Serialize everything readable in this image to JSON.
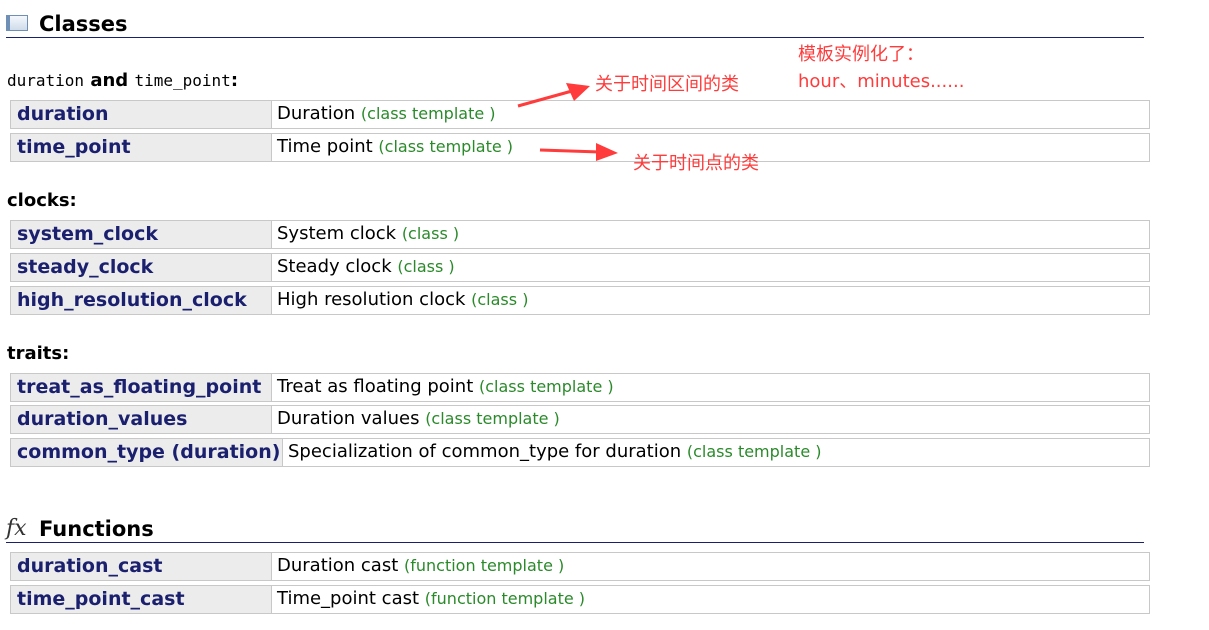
{
  "classes": {
    "title": "Classes",
    "groups": [
      {
        "label_parts": [
          "duration",
          "and",
          "time_point",
          ":"
        ],
        "rows": [
          {
            "name": "duration",
            "desc": "Duration",
            "kind": "(class template )"
          },
          {
            "name": "time_point",
            "desc": "Time point",
            "kind": "(class template )"
          }
        ]
      },
      {
        "label": "clocks:",
        "rows": [
          {
            "name": "system_clock",
            "desc": "System clock",
            "kind": "(class )"
          },
          {
            "name": "steady_clock",
            "desc": "Steady clock",
            "kind": "(class )"
          },
          {
            "name": "high_resolution_clock",
            "desc": "High resolution clock",
            "kind": "(class )"
          }
        ]
      },
      {
        "label": "traits:",
        "rows": [
          {
            "name": "treat_as_floating_point",
            "desc": "Treat as floating point",
            "kind": "(class template )"
          },
          {
            "name": "duration_values",
            "desc": "Duration values",
            "kind": "(class template )"
          },
          {
            "name": "common_type (duration)",
            "desc": "Specialization of common_type for duration",
            "kind": "(class template )"
          }
        ]
      }
    ]
  },
  "functions": {
    "title": "Functions",
    "icon_text": "fx",
    "rows": [
      {
        "name": "duration_cast",
        "desc": "Duration cast",
        "kind": "(function template )"
      },
      {
        "name": "time_point_cast",
        "desc": "Time_point cast",
        "kind": "(function template )"
      }
    ]
  },
  "annotations": {
    "template_note_line1": "模板实例化了：",
    "template_note_line2": "hour、minutes......",
    "duration_note": "关于时间区间的类",
    "time_point_note": "关于时间点的类",
    "color": "#ff3b3b"
  },
  "colors": {
    "link": "#1a1f6e",
    "kind": "#2a8a2a",
    "name_cell_bg": "#ececec",
    "border": "#c8c8c8"
  },
  "icons": {
    "classes": "class-icon",
    "functions": "fx-icon"
  }
}
